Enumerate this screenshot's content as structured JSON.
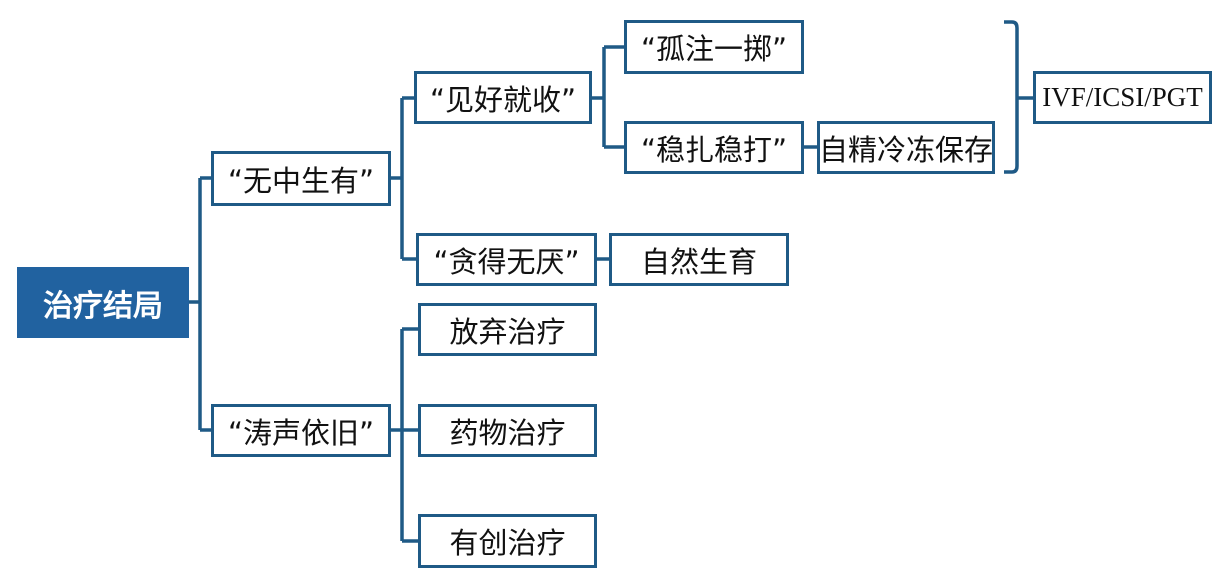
{
  "diagram": {
    "root": {
      "label": "治疗结局"
    },
    "branch_wuzhongshengyou": {
      "label": "“无中生有”"
    },
    "branch_taoshengyijiu": {
      "label": "“涛声依旧”"
    },
    "jianhaojiushou": {
      "label": "“见好就收”"
    },
    "tandewuyan": {
      "label": "“贪得无厌”"
    },
    "fangqizhiliao": {
      "label": "放弃治疗"
    },
    "yaowuzhiliao": {
      "label": "药物治疗"
    },
    "youchuangzhiliao": {
      "label": "有创治疗"
    },
    "guzhuyizhi": {
      "label": "“孤注一掷”"
    },
    "wenzhawenda": {
      "label": "“稳扎稳打”"
    },
    "ziranshengyu": {
      "label": "自然生育"
    },
    "zijinglengdong": {
      "label": "自精冷冻保存"
    },
    "ivf": {
      "label": "IVF/ICSI/PGT"
    },
    "colors": {
      "root_fill": "#2162a0",
      "border": "#1f5a86",
      "connector": "#1f5a86"
    }
  }
}
